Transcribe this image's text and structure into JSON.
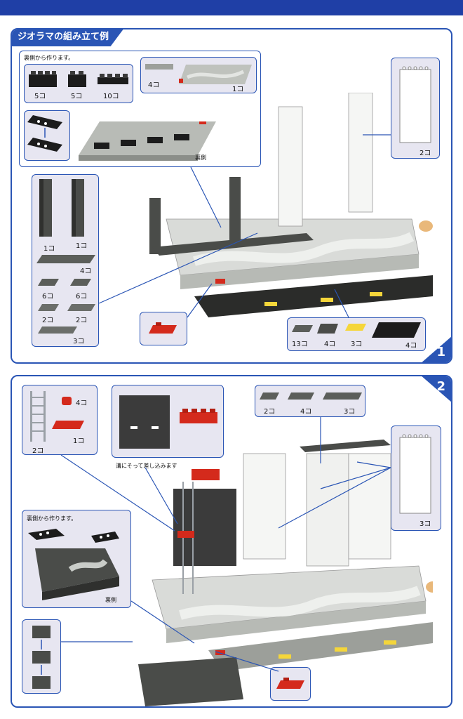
{
  "header": {
    "title": "ジオラマの組み立て例"
  },
  "colors": {
    "brand_blue": "#2a55b5",
    "panel_bg": "#e7e6f1",
    "red": "#d42a1c",
    "yellow": "#f5d63a",
    "dark_grey": "#3b3b3b",
    "light_grey": "#d9dbd8",
    "mid_grey": "#7a7d78"
  },
  "step1": {
    "number": "1",
    "note_build_from_back": "裏側から作ります。",
    "note_back": "裏側",
    "parts_top": [
      {
        "count": "5コ"
      },
      {
        "count": "5コ"
      },
      {
        "count": "10コ"
      }
    ],
    "parts_base": [
      {
        "count": "4コ"
      },
      {
        "count": "1コ"
      }
    ],
    "parts_wall": {
      "count": "2コ"
    },
    "parts_left": [
      {
        "count": "1コ"
      },
      {
        "count": "1コ"
      },
      {
        "count": "4コ"
      },
      {
        "count": "6コ"
      },
      {
        "count": "6コ"
      },
      {
        "count": "2コ"
      },
      {
        "count": "2コ"
      },
      {
        "count": "3コ"
      }
    ],
    "parts_bottom": [
      {
        "count": "13コ"
      },
      {
        "count": "4コ"
      },
      {
        "count": "3コ"
      },
      {
        "count": "4コ"
      }
    ]
  },
  "step2": {
    "number": "2",
    "parts_ladder": [
      {
        "count": "4コ"
      },
      {
        "count": "2コ"
      },
      {
        "count": "1コ"
      }
    ],
    "parts_top": [
      {
        "count": "2コ"
      },
      {
        "count": "4コ"
      },
      {
        "count": "3コ"
      }
    ],
    "parts_wall": {
      "count": "3コ"
    },
    "note_slide": "溝にそって差し込みます",
    "note_build_from_back": "裏側から作ります。",
    "note_back": "裏側"
  }
}
